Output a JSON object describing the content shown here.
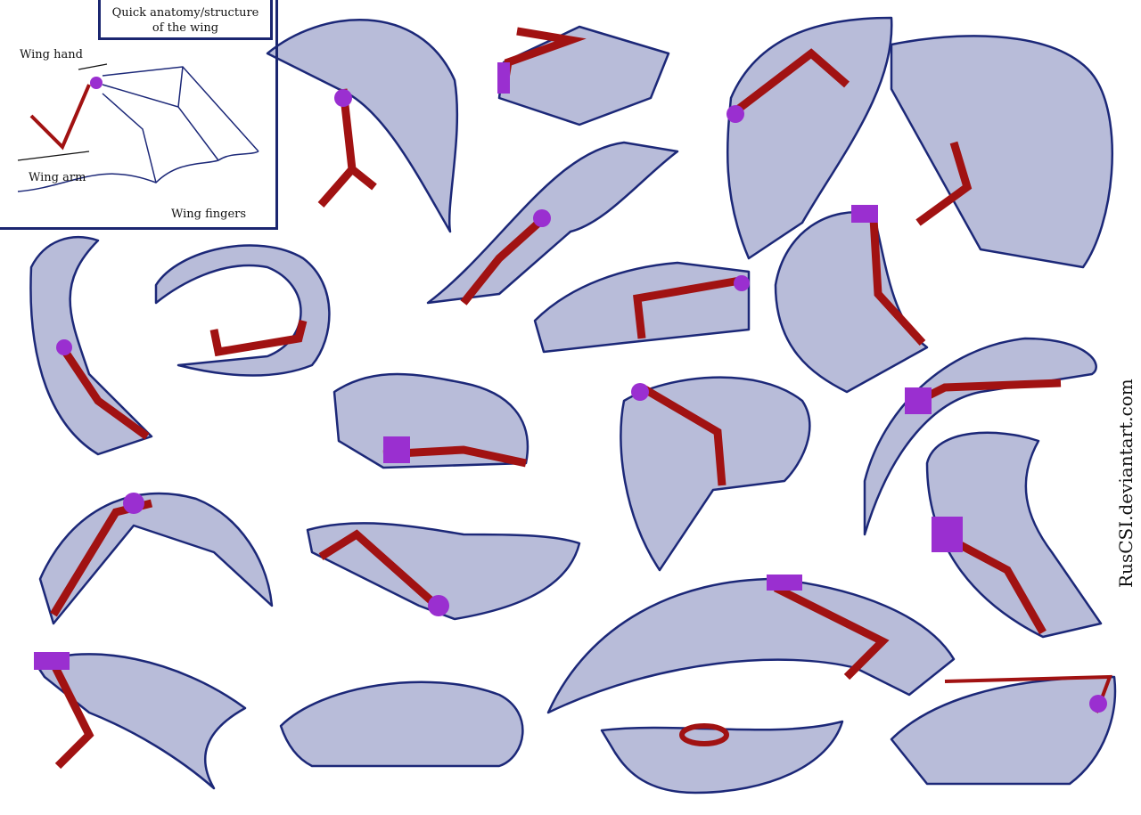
{
  "legend": {
    "title_line1": "Quick anatomy/structure",
    "title_line2": "of the wing",
    "wing_hand": "Wing hand",
    "wing_arm": "Wing arm",
    "wing_fingers": "Wing fingers"
  },
  "watermark": "RusCSI.deviantart.com",
  "colors": {
    "membrane": "#b8bcd9",
    "outline": "#1c2878",
    "arm": "#a11212",
    "joint": "#9a2fd0"
  }
}
